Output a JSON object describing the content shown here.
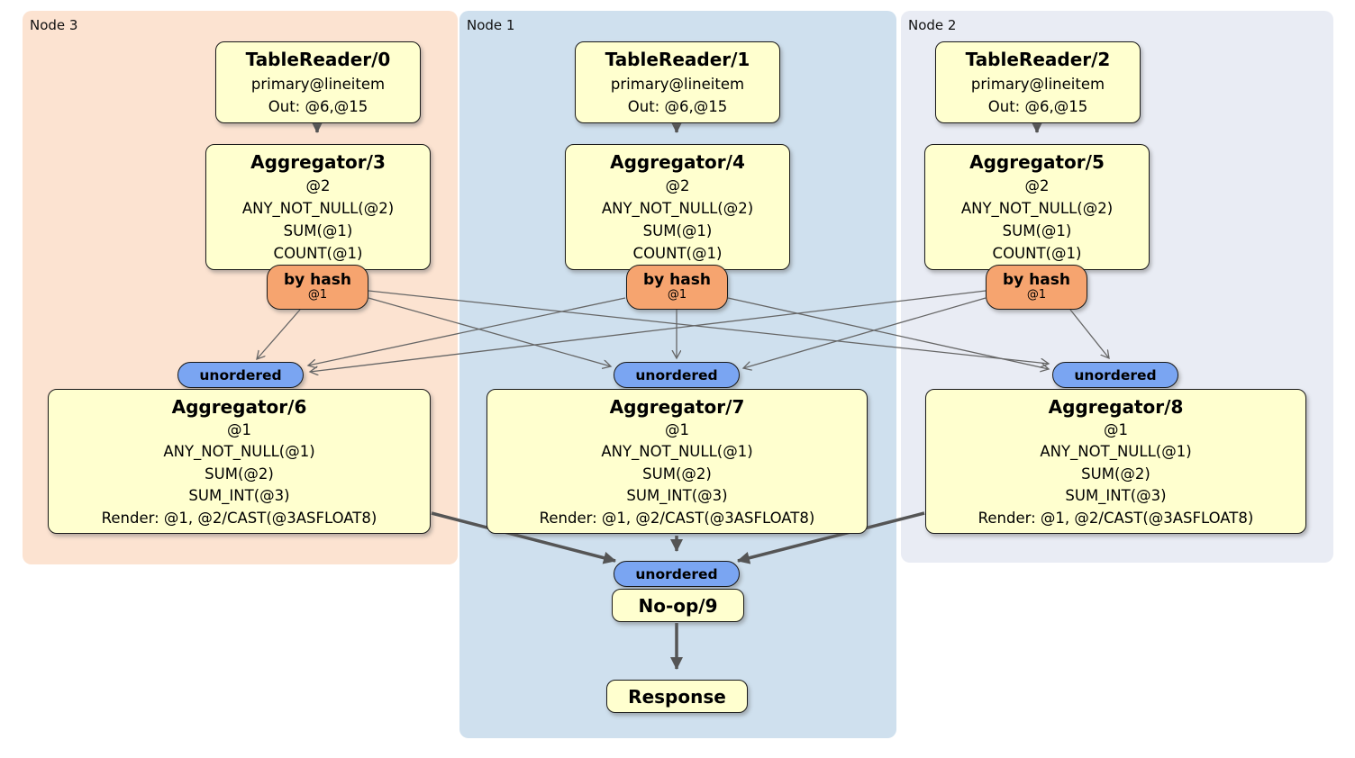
{
  "diagram_type": "distributed-sql-query-plan",
  "regions": {
    "node3": {
      "label": "Node 3"
    },
    "node1": {
      "label": "Node 1"
    },
    "node2": {
      "label": "Node 2"
    }
  },
  "processors": {
    "tablereader0": {
      "title": "TableReader/0",
      "lines": [
        "primary@lineitem",
        "Out: @6,@15"
      ]
    },
    "tablereader1": {
      "title": "TableReader/1",
      "lines": [
        "primary@lineitem",
        "Out: @6,@15"
      ]
    },
    "tablereader2": {
      "title": "TableReader/2",
      "lines": [
        "primary@lineitem",
        "Out: @6,@15"
      ]
    },
    "aggregator3": {
      "title": "Aggregator/3",
      "lines": [
        "@2",
        "ANY_NOT_NULL(@2)",
        "SUM(@1)",
        "COUNT(@1)"
      ]
    },
    "aggregator4": {
      "title": "Aggregator/4",
      "lines": [
        "@2",
        "ANY_NOT_NULL(@2)",
        "SUM(@1)",
        "COUNT(@1)"
      ]
    },
    "aggregator5": {
      "title": "Aggregator/5",
      "lines": [
        "@2",
        "ANY_NOT_NULL(@2)",
        "SUM(@1)",
        "COUNT(@1)"
      ]
    },
    "aggregator6": {
      "title": "Aggregator/6",
      "lines": [
        "@1",
        "ANY_NOT_NULL(@1)",
        "SUM(@2)",
        "SUM_INT(@3)",
        "Render: @1, @2/CAST(@3ASFLOAT8)"
      ]
    },
    "aggregator7": {
      "title": "Aggregator/7",
      "lines": [
        "@1",
        "ANY_NOT_NULL(@1)",
        "SUM(@2)",
        "SUM_INT(@3)",
        "Render: @1, @2/CAST(@3ASFLOAT8)"
      ]
    },
    "aggregator8": {
      "title": "Aggregator/8",
      "lines": [
        "@1",
        "ANY_NOT_NULL(@1)",
        "SUM(@2)",
        "SUM_INT(@3)",
        "Render: @1, @2/CAST(@3ASFLOAT8)"
      ]
    },
    "noop9": {
      "title": "No-op/9"
    },
    "response": {
      "title": "Response"
    }
  },
  "routers": {
    "byhash_node3": {
      "label": "by hash",
      "detail": "@1"
    },
    "byhash_node1": {
      "label": "by hash",
      "detail": "@1"
    },
    "byhash_node2": {
      "label": "by hash",
      "detail": "@1"
    }
  },
  "synchronizers": {
    "unordered_node3": {
      "label": "unordered"
    },
    "unordered_node1": {
      "label": "unordered"
    },
    "unordered_node2": {
      "label": "unordered"
    },
    "unordered_final": {
      "label": "unordered"
    }
  },
  "colors": {
    "node3_region_bg": "#fce3d1",
    "node1_region_bg": "#cfe0ee",
    "node2_region_bg": "#e9ecf4",
    "processor_box_bg": "#ffffcf",
    "hash_router_bg": "#f6a46f",
    "unordered_sync_bg": "#7aa5f2",
    "edge_thin": "#666666",
    "edge_thick": "#555555",
    "border": "#1a1a1a"
  }
}
